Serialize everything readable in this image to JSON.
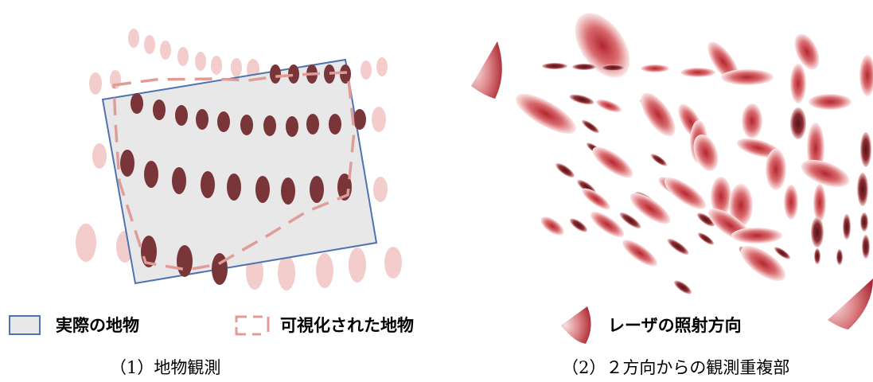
{
  "panel1": {
    "caption": "（1）地物観測",
    "legend_actual": "実際の地物",
    "legend_visualized": "可視化された地物"
  },
  "panel2": {
    "caption": "（2）２方向からの観測重複部",
    "legend_laser": "レーザの照射方向"
  },
  "colors": {
    "dark_ellipse": "#7a3538",
    "light_ellipse": "#f3cccc",
    "rect_fill": "#e8e8e8",
    "rect_stroke": "#4f72b0",
    "dashed_outline": "#df9c98",
    "laser_gradient_center": "#b8323b",
    "laser_gradient_edge": "#fbe6e6"
  }
}
